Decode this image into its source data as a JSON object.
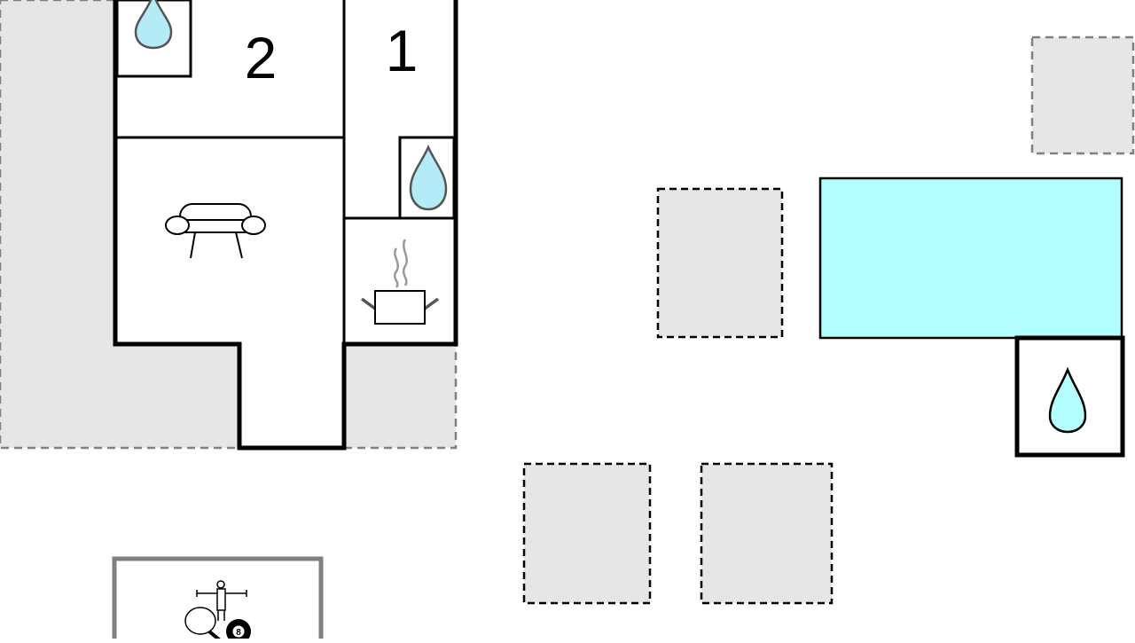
{
  "colors": {
    "wall": "#000000",
    "outdoor_fill": "#e6e6e6",
    "outdoor_border": "#808080",
    "pool_fill": "#b3ffff",
    "water_drop_fill": "#b3ecf7",
    "water_drop_stroke": "#555555",
    "game_room_border": "#808080"
  },
  "rooms": {
    "bedroom_2": {
      "label": "2"
    },
    "bedroom_1": {
      "label": "1"
    }
  },
  "icons": {
    "living_room": "sofa-icon",
    "kitchen": "cooking-pot-icon",
    "bathrooms": "water-drop-icon",
    "game_room": [
      "table-football-icon",
      "table-tennis-icon",
      "billiard-ball-icon"
    ]
  },
  "game_room": {
    "billiard_ball_number": "8"
  }
}
